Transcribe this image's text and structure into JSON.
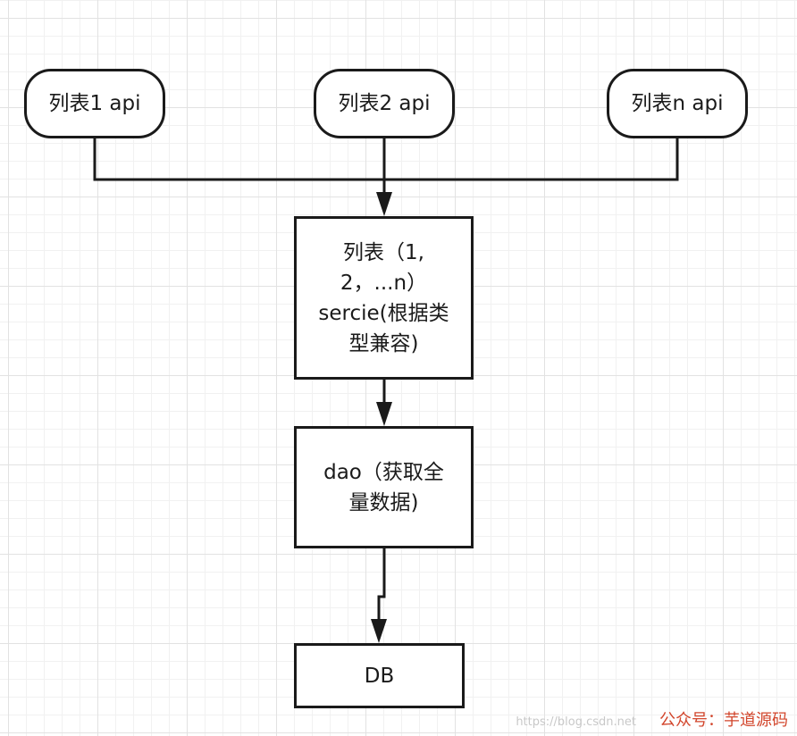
{
  "diagram": {
    "nodes": {
      "api1": {
        "label": "列表1 api"
      },
      "api2": {
        "label": "列表2 api"
      },
      "apin": {
        "label": "列表n api"
      },
      "service": {
        "label": "列表（1,\n2，...n）\nsercie(根据类\n型兼容)"
      },
      "dao": {
        "label": "dao（获取全\n量数据)"
      },
      "db": {
        "label": "DB"
      }
    },
    "edges": [
      {
        "from": "api1",
        "to": "service"
      },
      {
        "from": "api2",
        "to": "service"
      },
      {
        "from": "apin",
        "to": "service"
      },
      {
        "from": "service",
        "to": "dao"
      },
      {
        "from": "dao",
        "to": "db"
      }
    ]
  },
  "watermark": {
    "text": "公众号：芋道源码",
    "ghost": "https://blog.csdn.net"
  }
}
